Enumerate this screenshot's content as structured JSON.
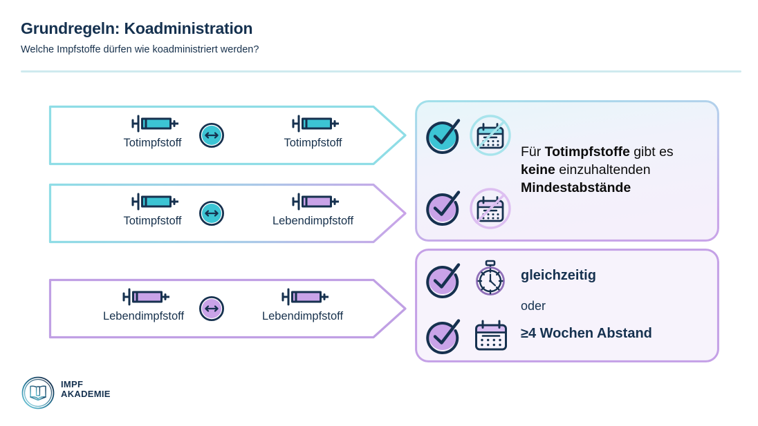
{
  "header": {
    "title": "Grundregeln: Koadministration",
    "subtitle": "Welche Impfstoffe dürfen wie koadministriert werden?"
  },
  "colors": {
    "navy": "#15314f",
    "teal": "#3cc4d4",
    "teal_light": "#a8e4ec",
    "purple": "#c9a3e8",
    "purple_light": "#ddbff1",
    "rule": "#cfeaef",
    "panel_fill_top": "#e8f7fa",
    "panel_fill_bottom": "#f4f0fb"
  },
  "banners": [
    {
      "id": "tot-tot",
      "left_label": "Totimpfstoff",
      "right_label": "Totimpfstoff",
      "left_vaccine_type": "inactivated",
      "right_vaccine_type": "inactivated",
      "connector_icon": "bidirectional-arrow-icon",
      "connector_color": "#3cc4d4",
      "border_start": "#8fdde6",
      "border_end": "#8fdde6"
    },
    {
      "id": "tot-leb",
      "left_label": "Totimpfstoff",
      "right_label": "Lebendimpfstoff",
      "left_vaccine_type": "inactivated",
      "right_vaccine_type": "live",
      "connector_icon": "bidirectional-arrow-icon",
      "connector_color": "#3cc4d4",
      "border_start": "#8fdde6",
      "border_end": "#c9a3e8"
    },
    {
      "id": "leb-leb",
      "left_label": "Lebendimpfstoff",
      "right_label": "Lebendimpfstoff",
      "left_vaccine_type": "live",
      "right_vaccine_type": "live",
      "connector_icon": "bidirectional-arrow-icon",
      "connector_color": "#c9a3e8",
      "border_start": "#c0a0e4",
      "border_end": "#c0a0e4"
    }
  ],
  "panels": {
    "no_interval": {
      "rows": [
        {
          "check_icon": "check-circle-icon",
          "check_color": "#3cc4d4",
          "rule_icon": "no-calendar-icon",
          "rule_color": "#a8e4ec"
        },
        {
          "check_icon": "check-circle-icon",
          "check_color": "#c9a3e8",
          "rule_icon": "no-calendar-icon",
          "rule_color": "#ddbff1"
        }
      ],
      "text_lines": [
        [
          {
            "t": "Für ",
            "b": false
          },
          {
            "t": "Totimpfstoffe",
            "b": true
          },
          {
            "t": " gibt es",
            "b": false
          }
        ],
        [
          {
            "t": "keine",
            "b": true
          },
          {
            "t": " einzuhaltenden",
            "b": false
          }
        ],
        [
          {
            "t": "Mindestabstände",
            "b": true
          }
        ]
      ]
    },
    "live_interval": {
      "rows": [
        {
          "check_icon": "check-circle-icon",
          "check_color": "#c9a3e8",
          "rule_icon": "stopwatch-icon",
          "label": "gleichzeitig",
          "label_style": "bold"
        },
        {
          "check_icon": "check-circle-icon",
          "check_color": "#c9a3e8",
          "rule_icon": "calendar-icon",
          "label": "≥4 Wochen Abstand",
          "label_style": "bold"
        }
      ],
      "separator_label": "oder"
    }
  },
  "logo": {
    "line1": "IMPF",
    "line2": "AKADEMIE",
    "mark": "book-syringe-circle-icon"
  }
}
